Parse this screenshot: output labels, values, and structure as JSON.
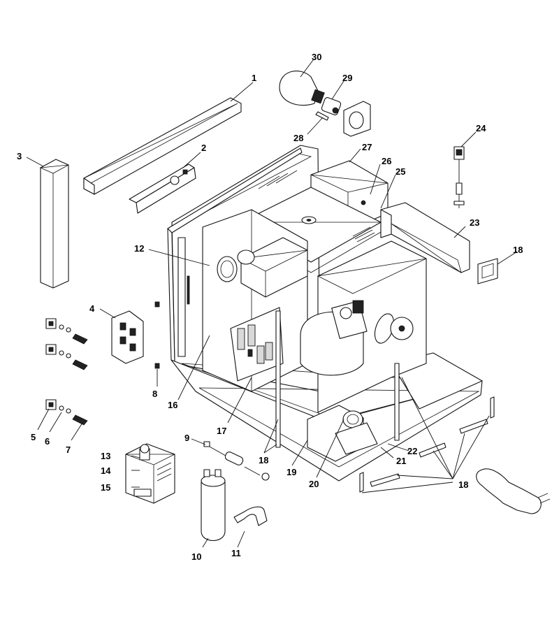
{
  "callouts": [
    {
      "id": "1",
      "label": "1"
    },
    {
      "id": "2",
      "label": "2"
    },
    {
      "id": "3",
      "label": "3"
    },
    {
      "id": "4",
      "label": "4"
    },
    {
      "id": "5",
      "label": "5"
    },
    {
      "id": "6",
      "label": "6"
    },
    {
      "id": "7",
      "label": "7"
    },
    {
      "id": "8",
      "label": "8"
    },
    {
      "id": "9",
      "label": "9"
    },
    {
      "id": "10",
      "label": "10"
    },
    {
      "id": "11",
      "label": "11"
    },
    {
      "id": "12",
      "label": "12"
    },
    {
      "id": "13",
      "label": "13"
    },
    {
      "id": "14",
      "label": "14"
    },
    {
      "id": "15",
      "label": "15"
    },
    {
      "id": "16",
      "label": "16"
    },
    {
      "id": "17",
      "label": "17"
    },
    {
      "id": "18a",
      "label": "18"
    },
    {
      "id": "18b",
      "label": "18"
    },
    {
      "id": "18c",
      "label": "18"
    },
    {
      "id": "19",
      "label": "19"
    },
    {
      "id": "20",
      "label": "20"
    },
    {
      "id": "21",
      "label": "21"
    },
    {
      "id": "22",
      "label": "22"
    },
    {
      "id": "23",
      "label": "23"
    },
    {
      "id": "24",
      "label": "24"
    },
    {
      "id": "25",
      "label": "25"
    },
    {
      "id": "26",
      "label": "26"
    },
    {
      "id": "27",
      "label": "27"
    },
    {
      "id": "28",
      "label": "28"
    },
    {
      "id": "29",
      "label": "29"
    },
    {
      "id": "30",
      "label": "30"
    }
  ]
}
